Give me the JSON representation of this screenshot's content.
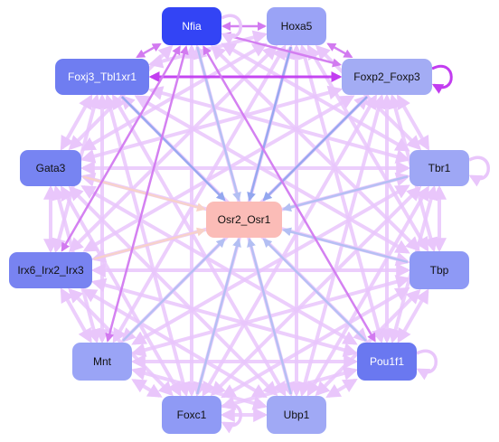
{
  "colors": {
    "background": "#ffffff",
    "edge_light": "#e9c6fb",
    "edge_magenta": "#d27af0",
    "edge_blue": "#93a7ef",
    "edge_lightblue": "#b3bff3",
    "edge_peach": "#f8d2c8",
    "edge_purple_strong": "#c23df0"
  },
  "nodes": [
    {
      "id": "nfia",
      "label": "Nfia",
      "fill": "#3344f5",
      "text": "#ffffff"
    },
    {
      "id": "hoxa5",
      "label": "Hoxa5",
      "fill": "#9aa3f6",
      "text": "#111111"
    },
    {
      "id": "foxj3",
      "label": "Foxj3_Tbl1xr1",
      "fill": "#6f7df1",
      "text": "#ffffff"
    },
    {
      "id": "foxp2",
      "label": "Foxp2_Foxp3",
      "fill": "#a3acf4",
      "text": "#111111"
    },
    {
      "id": "gata3",
      "label": "Gata3",
      "fill": "#7784f2",
      "text": "#111111"
    },
    {
      "id": "tbr1",
      "label": "Tbr1",
      "fill": "#9ea7f5",
      "text": "#111111"
    },
    {
      "id": "osr2",
      "label": "Osr2_Osr1",
      "fill": "#fbbcb7",
      "text": "#111111"
    },
    {
      "id": "irx6",
      "label": "Irx6_Irx2_Irx3",
      "fill": "#7883f1",
      "text": "#111111"
    },
    {
      "id": "tbp",
      "label": "Tbp",
      "fill": "#8e99f5",
      "text": "#111111"
    },
    {
      "id": "mnt",
      "label": "Mnt",
      "fill": "#9aa4f6",
      "text": "#111111"
    },
    {
      "id": "pou1f1",
      "label": "Pou1f1",
      "fill": "#6a78f0",
      "text": "#ffffff"
    },
    {
      "id": "foxc1",
      "label": "Foxc1",
      "fill": "#8f9af5",
      "text": "#111111"
    },
    {
      "id": "ubp1",
      "label": "Ubp1",
      "fill": "#a0a9f5",
      "text": "#111111"
    }
  ],
  "edges": [
    {
      "from": "nfia",
      "to": "osr2",
      "color": "edge_lightblue"
    },
    {
      "from": "hoxa5",
      "to": "osr2",
      "color": "edge_blue"
    },
    {
      "from": "foxj3",
      "to": "osr2",
      "color": "edge_blue"
    },
    {
      "from": "foxp2",
      "to": "osr2",
      "color": "edge_blue"
    },
    {
      "from": "gata3",
      "to": "osr2",
      "color": "edge_peach"
    },
    {
      "from": "tbr1",
      "to": "osr2",
      "color": "edge_lightblue"
    },
    {
      "from": "irx6",
      "to": "osr2",
      "color": "edge_peach"
    },
    {
      "from": "tbp",
      "to": "osr2",
      "color": "edge_lightblue"
    },
    {
      "from": "mnt",
      "to": "osr2",
      "color": "edge_lightblue"
    },
    {
      "from": "pou1f1",
      "to": "osr2",
      "color": "edge_lightblue"
    },
    {
      "from": "foxc1",
      "to": "osr2",
      "color": "edge_lightblue"
    },
    {
      "from": "ubp1",
      "to": "osr2",
      "color": "edge_lightblue"
    },
    {
      "from": "foxj3",
      "to": "foxp2",
      "color": "edge_purple_strong"
    },
    {
      "from": "nfia",
      "to": "foxp2",
      "color": "edge_magenta"
    },
    {
      "from": "hoxa5",
      "to": "nfia",
      "color": "edge_magenta"
    },
    {
      "from": "nfia",
      "to": "foxj3",
      "color": "edge_magenta"
    },
    {
      "from": "nfia",
      "to": "irx6",
      "color": "edge_magenta"
    },
    {
      "from": "nfia",
      "to": "gata3",
      "color": "edge_light"
    },
    {
      "from": "nfia",
      "to": "tbr1",
      "color": "edge_light"
    },
    {
      "from": "nfia",
      "to": "tbp",
      "color": "edge_light"
    },
    {
      "from": "nfia",
      "to": "mnt",
      "color": "edge_magenta"
    },
    {
      "from": "nfia",
      "to": "pou1f1",
      "color": "edge_magenta"
    },
    {
      "from": "nfia",
      "to": "foxc1",
      "color": "edge_light"
    },
    {
      "from": "nfia",
      "to": "ubp1",
      "color": "edge_light"
    },
    {
      "from": "hoxa5",
      "to": "foxj3",
      "color": "edge_light"
    },
    {
      "from": "hoxa5",
      "to": "gata3",
      "color": "edge_light"
    },
    {
      "from": "hoxa5",
      "to": "tbr1",
      "color": "edge_light"
    },
    {
      "from": "hoxa5",
      "to": "irx6",
      "color": "edge_light"
    },
    {
      "from": "hoxa5",
      "to": "tbp",
      "color": "edge_light"
    },
    {
      "from": "hoxa5",
      "to": "mnt",
      "color": "edge_light"
    },
    {
      "from": "hoxa5",
      "to": "pou1f1",
      "color": "edge_light"
    },
    {
      "from": "hoxa5",
      "to": "foxc1",
      "color": "edge_light"
    },
    {
      "from": "hoxa5",
      "to": "ubp1",
      "color": "edge_light"
    },
    {
      "from": "hoxa5",
      "to": "foxp2",
      "color": "edge_magenta"
    },
    {
      "from": "foxj3",
      "to": "gata3",
      "color": "edge_light"
    },
    {
      "from": "foxj3",
      "to": "tbr1",
      "color": "edge_light"
    },
    {
      "from": "foxj3",
      "to": "irx6",
      "color": "edge_light"
    },
    {
      "from": "foxj3",
      "to": "tbp",
      "color": "edge_light"
    },
    {
      "from": "foxj3",
      "to": "mnt",
      "color": "edge_light"
    },
    {
      "from": "foxj3",
      "to": "pou1f1",
      "color": "edge_light"
    },
    {
      "from": "foxj3",
      "to": "foxc1",
      "color": "edge_light"
    },
    {
      "from": "foxj3",
      "to": "ubp1",
      "color": "edge_light"
    },
    {
      "from": "foxp2",
      "to": "gata3",
      "color": "edge_light"
    },
    {
      "from": "foxp2",
      "to": "tbr1",
      "color": "edge_light"
    },
    {
      "from": "foxp2",
      "to": "irx6",
      "color": "edge_light"
    },
    {
      "from": "foxp2",
      "to": "tbp",
      "color": "edge_light"
    },
    {
      "from": "foxp2",
      "to": "mnt",
      "color": "edge_light"
    },
    {
      "from": "foxp2",
      "to": "pou1f1",
      "color": "edge_light"
    },
    {
      "from": "foxp2",
      "to": "foxc1",
      "color": "edge_light"
    },
    {
      "from": "foxp2",
      "to": "ubp1",
      "color": "edge_light"
    },
    {
      "from": "gata3",
      "to": "tbr1",
      "color": "edge_light"
    },
    {
      "from": "gata3",
      "to": "irx6",
      "color": "edge_light"
    },
    {
      "from": "gata3",
      "to": "tbp",
      "color": "edge_light"
    },
    {
      "from": "gata3",
      "to": "mnt",
      "color": "edge_light"
    },
    {
      "from": "gata3",
      "to": "pou1f1",
      "color": "edge_light"
    },
    {
      "from": "gata3",
      "to": "foxc1",
      "color": "edge_light"
    },
    {
      "from": "gata3",
      "to": "ubp1",
      "color": "edge_light"
    },
    {
      "from": "tbr1",
      "to": "irx6",
      "color": "edge_light"
    },
    {
      "from": "tbr1",
      "to": "tbp",
      "color": "edge_light"
    },
    {
      "from": "tbr1",
      "to": "mnt",
      "color": "edge_light"
    },
    {
      "from": "tbr1",
      "to": "pou1f1",
      "color": "edge_light"
    },
    {
      "from": "tbr1",
      "to": "foxc1",
      "color": "edge_light"
    },
    {
      "from": "tbr1",
      "to": "ubp1",
      "color": "edge_light"
    },
    {
      "from": "irx6",
      "to": "tbp",
      "color": "edge_light"
    },
    {
      "from": "irx6",
      "to": "mnt",
      "color": "edge_light"
    },
    {
      "from": "irx6",
      "to": "pou1f1",
      "color": "edge_light"
    },
    {
      "from": "irx6",
      "to": "foxc1",
      "color": "edge_light"
    },
    {
      "from": "irx6",
      "to": "ubp1",
      "color": "edge_light"
    },
    {
      "from": "tbp",
      "to": "mnt",
      "color": "edge_light"
    },
    {
      "from": "tbp",
      "to": "pou1f1",
      "color": "edge_light"
    },
    {
      "from": "tbp",
      "to": "foxc1",
      "color": "edge_light"
    },
    {
      "from": "tbp",
      "to": "ubp1",
      "color": "edge_light"
    },
    {
      "from": "mnt",
      "to": "pou1f1",
      "color": "edge_light"
    },
    {
      "from": "mnt",
      "to": "foxc1",
      "color": "edge_light"
    },
    {
      "from": "mnt",
      "to": "ubp1",
      "color": "edge_light"
    },
    {
      "from": "pou1f1",
      "to": "foxc1",
      "color": "edge_light"
    },
    {
      "from": "pou1f1",
      "to": "ubp1",
      "color": "edge_light"
    },
    {
      "from": "foxc1",
      "to": "ubp1",
      "color": "edge_light"
    }
  ],
  "self_loops": [
    "nfia",
    "foxp2",
    "tbr1",
    "pou1f1",
    "foxc1"
  ]
}
